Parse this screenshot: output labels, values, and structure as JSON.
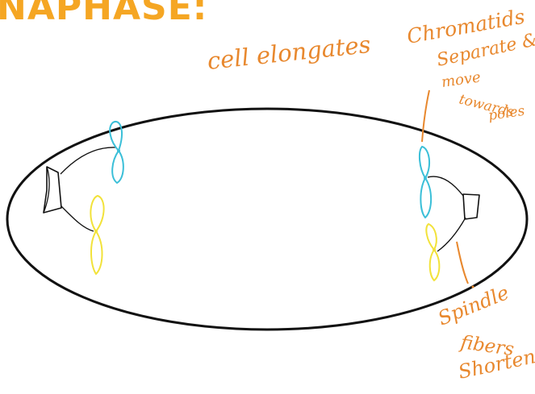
{
  "title": "NAPHASE:",
  "annotations": {
    "cell": "cell elongates",
    "chromatids": [
      "Chromatids",
      "Separate &",
      "move",
      "towards",
      "poles"
    ],
    "spindle": [
      "Spindle",
      "fibers",
      "Shorten"
    ]
  },
  "colors": {
    "title": "#f5a623",
    "annotation": "#e8882e",
    "cell_outline": "#111111",
    "chromatid_blue": "#3bbfd8",
    "chromatid_yellow": "#f2e23a"
  }
}
